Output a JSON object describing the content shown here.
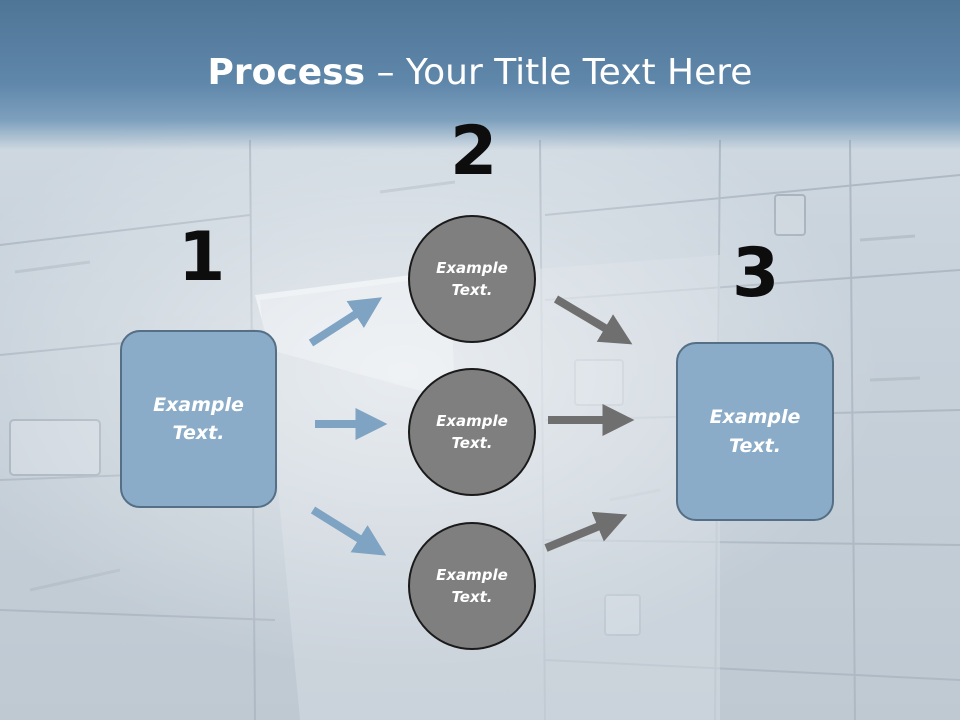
{
  "slide": {
    "title_bold": "Process",
    "title_rest": " – Your Title Text Here",
    "step_numbers": [
      "1",
      "2",
      "3"
    ],
    "left_box": {
      "text": "Example\nText."
    },
    "right_box": {
      "text": "Example\nText."
    },
    "circles": [
      {
        "text": "Example\nText."
      },
      {
        "text": "Example\nText."
      },
      {
        "text": "Example\nText."
      }
    ],
    "colors": {
      "box_fill": "#8aacc8",
      "box_border": "#546f86",
      "circle_fill": "#7f7f7f",
      "blue_arrow": "#7ea3c3",
      "gray_arrow": "#6f6f6f",
      "title_band": "#5f87aa"
    }
  }
}
